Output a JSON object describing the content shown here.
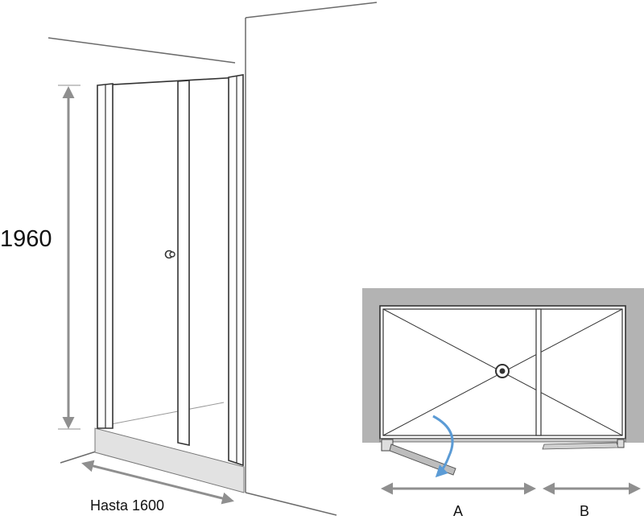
{
  "labels": {
    "height": "1960",
    "width": "Hasta 1600",
    "dim_a": "A",
    "dim_b": "B"
  },
  "colors": {
    "line": "#6b6b6b",
    "dark_line": "#333333",
    "arrow_grey": "#8f8f8f",
    "wall_grey": "#b3b3b3",
    "tray_grey": "#e2e2e2",
    "door_swing_blue": "#5b9bd5"
  }
}
